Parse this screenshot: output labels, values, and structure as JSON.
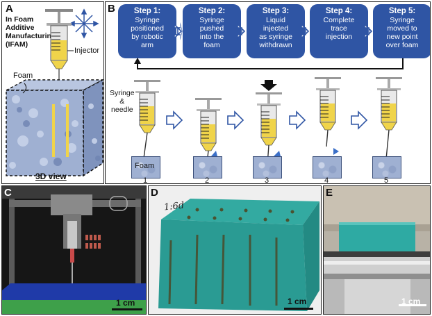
{
  "panels": {
    "a": {
      "label": "A",
      "title_lines": [
        "In Foam",
        "Additive",
        "Manufacturing",
        "(IFAM)"
      ],
      "injector": "Injector",
      "foam": "Foam",
      "view": "3D view"
    },
    "b": {
      "label": "B",
      "steps": [
        {
          "head": "Step 1:",
          "lines": [
            "Syringe",
            "positioned",
            "by robotic",
            "arm"
          ]
        },
        {
          "head": "Step 2:",
          "lines": [
            "Syringe",
            "pushed",
            "into the",
            "foam"
          ]
        },
        {
          "head": "Step 3:",
          "lines": [
            "Liquid",
            "injected",
            "as syringe",
            "withdrawn"
          ]
        },
        {
          "head": "Step 4:",
          "lines": [
            "Complete",
            "trace",
            "injection"
          ]
        },
        {
          "head": "Step 5:",
          "lines": [
            "Syringe",
            "moved to",
            "new point",
            "over foam"
          ]
        }
      ],
      "syringe_label": [
        "Syringe",
        "&",
        "needle"
      ],
      "foam": "Foam",
      "numbers": [
        "1",
        "2",
        "3",
        "4",
        "5"
      ]
    },
    "c": {
      "label": "C",
      "scale": "1 cm"
    },
    "d": {
      "label": "D",
      "scale": "1 cm",
      "handwriting": "1:6d"
    },
    "e": {
      "label": "E",
      "scale": "1 cm"
    }
  },
  "colors": {
    "step_box": "#2f55a4",
    "foam_teal": "#2fa7a0",
    "syringe_yellow": "#f0d44a"
  }
}
